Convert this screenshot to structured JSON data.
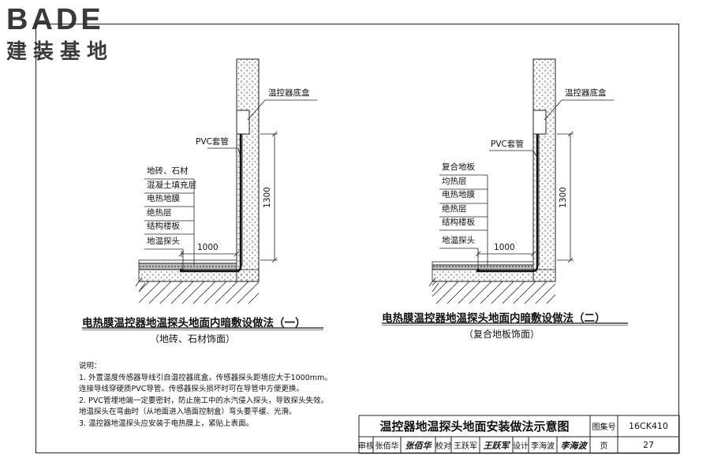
{
  "logo": {
    "main": "BADE",
    "sub": "建装基地"
  },
  "drawing1": {
    "labels": [
      "地砖、石材",
      "混凝土填充层",
      "电热地膜",
      "绝热层",
      "结构楼板"
    ],
    "pvc": "PVC套管",
    "box": "温控器底盒",
    "probe": "地温探头",
    "dim_h": "1000",
    "dim_v": "1300",
    "title": "电热膜温控器地温探头地面内暗敷设做法（一）",
    "subtitle": "（地砖、石材饰面）"
  },
  "drawing2": {
    "labels": [
      "复合地板",
      "均热层",
      "电热地膜",
      "绝热层",
      "结构楼板"
    ],
    "pvc": "PVC套管",
    "box": "温控器底盒",
    "probe": "地温探头",
    "dim_h": "1000",
    "dim_v": "1300",
    "title": "电热膜温控器地温探头地面内暗敷设做法（二）",
    "subtitle": "（复合地板饰面）"
  },
  "notes": {
    "heading": "说明：",
    "lines": [
      "1. 外置温度传感器导线引自温控器底盒，传感器探头距墙应大于1000mm。",
      "   连接导线穿硬质PVC导管。传感器探头损坏时可在导管中方便更换。",
      "2. PVC管埋地端一定要密封，防止施工中的水汽侵入探头，导致探头失效。",
      "   地温探头在弯曲时（从地面进入墙面控制盒）弯头要平缓、光滑。",
      "3. 温控器地温探头应安装于电热膜上，紧贴上表面。"
    ]
  },
  "titleblock": {
    "title": "温控器地温探头地面安装做法示意图",
    "atlas_label": "图集号",
    "atlas_no": "16CK410",
    "review_label": "审核",
    "review_name": "张佰华",
    "review_sig": "张佰华",
    "check_label": "校对",
    "check_name": "王跃军",
    "check_sig": "王跃军",
    "design_label": "设计",
    "design_name": "李海波",
    "design_sig": "李海波",
    "page_label": "页",
    "page_no": "27"
  }
}
